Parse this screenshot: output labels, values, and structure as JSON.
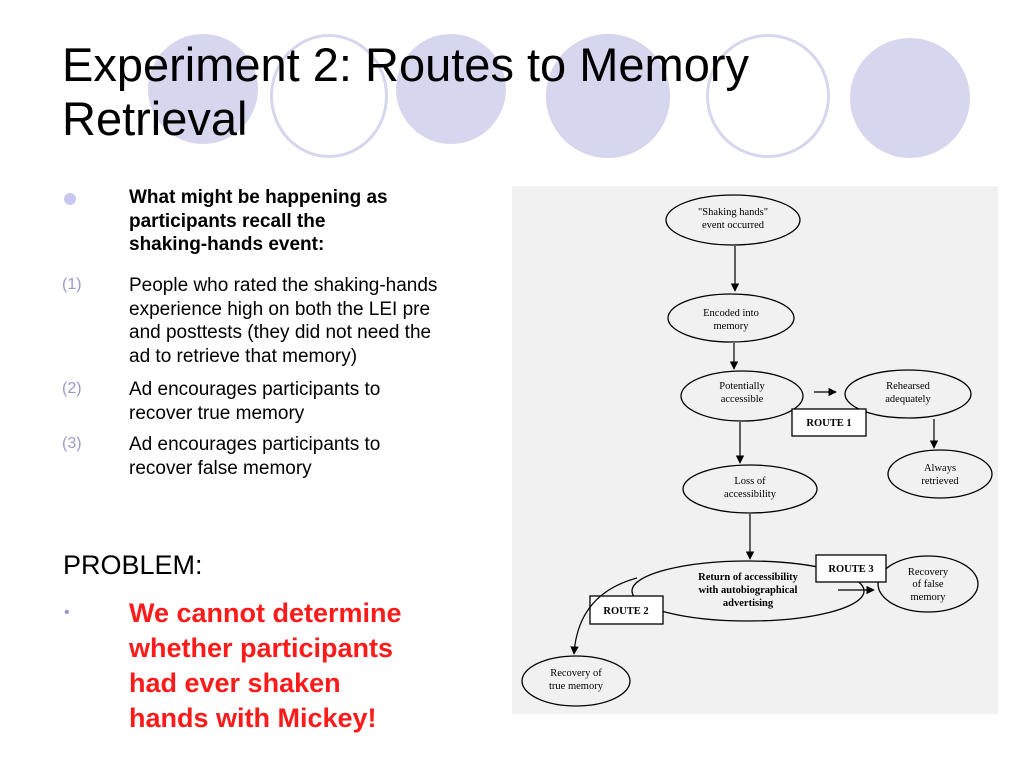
{
  "slide": {
    "title_line1": "Experiment 2: Routes to Memory",
    "title_line2": "Retrieval",
    "bullet_heading_lines": [
      "What might be happening as",
      "participants recall the",
      "shaking-hands event:"
    ],
    "items": [
      {
        "num": "(1)",
        "lines": [
          "People who rated the shaking-hands",
          "experience high on both the LEI pre",
          "and posttests (they did not need the",
          "ad to retrieve that memory)"
        ]
      },
      {
        "num": "(2)",
        "lines": [
          "Ad encourages participants to",
          "recover true memory"
        ]
      },
      {
        "num": "(3)",
        "lines": [
          "Ad encourages participants to",
          "recover false memory"
        ]
      }
    ],
    "problem_label": "PROBLEM:",
    "problem_bullet": "•",
    "problem_lines": [
      "We cannot determine",
      "whether participants",
      "had ever shaken",
      "hands with Mickey!"
    ]
  },
  "diagram": {
    "nodes": {
      "occurred": [
        "\"Shaking hands\"",
        "event occurred"
      ],
      "encoded": [
        "Encoded into",
        "memory"
      ],
      "potential": [
        "Potentially",
        "accessible"
      ],
      "rehearsed": [
        "Rehearsed",
        "adequately"
      ],
      "always": [
        "Always",
        "retrieved"
      ],
      "loss": [
        "Loss of",
        "accessibility"
      ],
      "return": [
        "Return of accessibility",
        "with autobiographical",
        "advertising"
      ],
      "false_mem": [
        "Recovery",
        "of false",
        "memory"
      ],
      "true_mem": [
        "Recovery of",
        "true memory"
      ]
    },
    "route1": "ROUTE 1",
    "route2": "ROUTE 2",
    "route3": "ROUTE 3"
  },
  "colors": {
    "decor": "#d6d6ee",
    "bullet": "#c8c8f0",
    "number": "#9999cc",
    "alert": "#ff1a1a",
    "figure_bg": "#f1f1f1"
  }
}
